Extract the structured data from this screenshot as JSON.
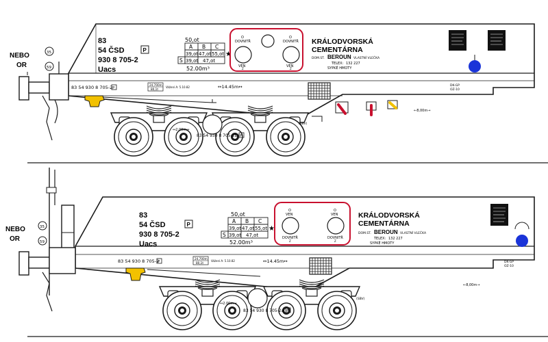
{
  "colors": {
    "line": "#1a1a1a",
    "highlight_box": "#c8102e",
    "signal_blue": "#1a34d8",
    "buffer_yellow": "#f2c100",
    "lever_red": "#c8102e"
  },
  "top": {
    "nebo": "NEBO",
    "or": "OR",
    "speed_a": "35",
    "speed_b": "59",
    "id_l1": "83",
    "id_l2": "54 ČSD",
    "id_l3": "930 8 705-2",
    "id_l4": "Uacs",
    "p_badge": "P",
    "load_top": "50,ot",
    "tbl_a": "A",
    "tbl_b": "B",
    "tbl_c": "C",
    "tbl_r1_1": "39,ot",
    "tbl_r1_2": "47,ot",
    "tbl_r1_3": "55,ot",
    "tbl_s": "S",
    "tbl_r2_1": "39,ot",
    "tbl_r2_2": "47,ot",
    "star": "★",
    "volume": "52.00m³",
    "hatch_left_top_a": "O",
    "hatch_left_top_b": "DOVNITŘ",
    "hatch_left_bottom_a": "VEN",
    "hatch_left_bottom_b": "Z",
    "hatch_right_top_a": "O",
    "hatch_right_top_b": "DOVNITŘ",
    "hatch_right_bottom_a": "VEN",
    "hatch_right_bottom_b": "Z",
    "co_line1": "KRÁLODVORSKÁ",
    "co_line2": "CEMENTÁRNA",
    "dom_st": "DOM.ST.",
    "beroun": "BEROUN",
    "vlastni": "VLASTNÍ VLEČKA",
    "telex_label": "TELEX:",
    "telex_num": "132  227",
    "sypke": "SYPKÉ  HMOTY",
    "frame_number": "83 54 930 8 705-2",
    "frame_p": "P",
    "len_label": "24,700m",
    "wt_label": "80,1t",
    "revize": "Vážení A: 5.10.82",
    "length": "↔14.45m↔",
    "dkgp1": "DK-GP",
    "dkgp2": "OZ-10",
    "dist_800": "←8,00m→",
    "dist_200": "↔2.00m↔",
    "bogie_number": "83 54 930 8 705-2b",
    "bogie_p": "P",
    "sbv": "(SBV)"
  },
  "bottom": {
    "nebo": "NEBO",
    "or": "OR",
    "speed_a": "35",
    "speed_b": "59",
    "id_l1": "83",
    "id_l2": "54 ČSD",
    "id_l3": "930 8 705-2",
    "id_l4": "Uacs",
    "p_badge": "P",
    "load_top": "50,ot",
    "tbl_a": "A",
    "tbl_b": "B",
    "tbl_c": "C",
    "tbl_r1_1": "39,ot",
    "tbl_r1_2": "47,ot",
    "tbl_r1_3": "55,ot",
    "tbl_s": "S",
    "tbl_r2_1": "39,ot",
    "tbl_r2_2": "47,ot",
    "star": "★",
    "volume": "52.00m³",
    "hatch_left_top_a": "O",
    "hatch_left_top_b": "VEN",
    "hatch_left_bottom_a": "DOVNITŘ",
    "hatch_left_bottom_b": "Z",
    "hatch_right_top_a": "O",
    "hatch_right_top_b": "VEN",
    "hatch_right_bottom_a": "DOVNITŘ",
    "hatch_right_bottom_b": "Z",
    "co_line1": "KRÁLODVORSKÁ",
    "co_line2": "CEMENTÁRNA",
    "dom_st": "DOM.ST.",
    "beroun": "BEROUN",
    "vlastni": "VLASTNÍ VLEČKA",
    "telex_label": "TELEX:",
    "telex_num": "132  227",
    "sypke": "SYPKÉ  HMOTY",
    "frame_number": "83 54 930 8 705-2",
    "frame_p": "P",
    "len_label": "24,700m",
    "wt_label": "80,1t",
    "revize": "Vážení A: 5.10.82",
    "length": "↔14.45m↔",
    "dkgp1": "DK-GP",
    "dkgp2": "OZ-10",
    "dist_800": "←8,00m→",
    "dist_200": "↔2.00m↔",
    "bogie_number": "83 54 930 8 705-2a",
    "bogie_p": "P",
    "sbv": "(SBV)"
  }
}
